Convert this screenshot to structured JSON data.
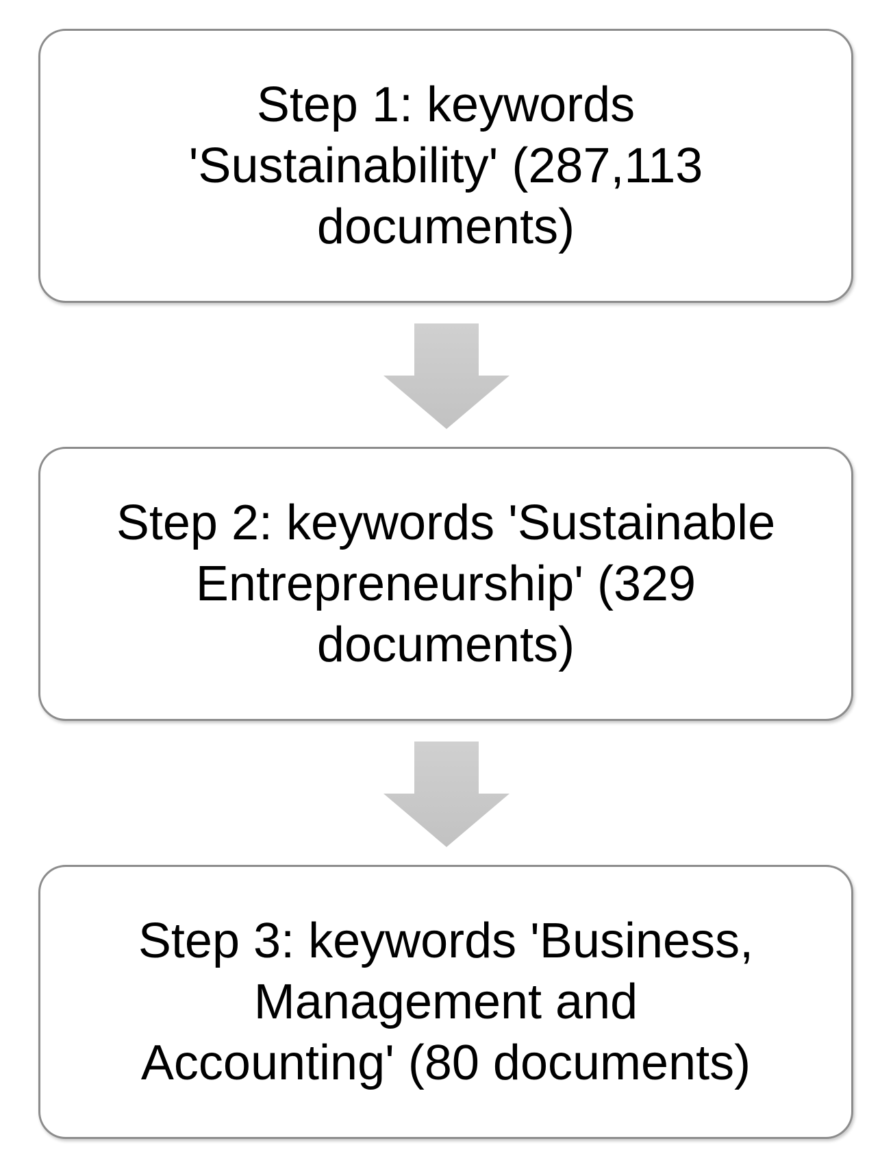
{
  "colors": {
    "box_border": "#8c8c8c",
    "arrow_top": "#d0d0d0",
    "arrow_bottom": "#c2c2c2",
    "text": "#000000"
  },
  "steps": [
    {
      "lines": [
        "Step 1: keywords",
        "'Sustainability' (287,113",
        "documents)"
      ]
    },
    {
      "lines": [
        "Step 2: keywords 'Sustainable",
        "Entrepreneurship' (329",
        "documents)"
      ]
    },
    {
      "lines": [
        "Step 3: keywords 'Business,",
        "Management and",
        "Accounting' (80 documents)"
      ]
    }
  ],
  "arrows": [
    {
      "icon": "down-arrow-icon"
    },
    {
      "icon": "down-arrow-icon"
    }
  ]
}
